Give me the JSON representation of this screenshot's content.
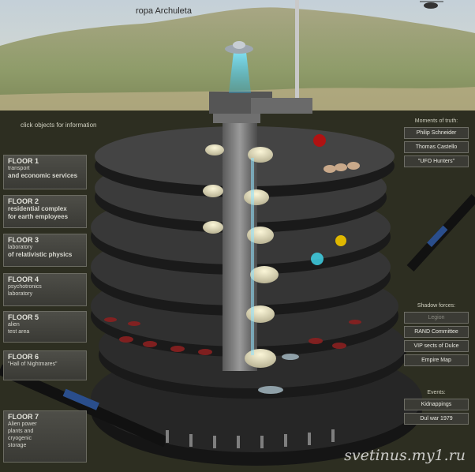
{
  "mountain_label": "ropa Archuleta",
  "hint": "click objects for information",
  "floors": [
    {
      "title": "FLOOR 1",
      "line1": "transport",
      "line2": "and economic services"
    },
    {
      "title": "FLOOR 2",
      "line1": "residential complex",
      "line2": "for earth employees"
    },
    {
      "title": "FLOOR 3",
      "line1": "laboratory",
      "line2": "of relativistic physics"
    },
    {
      "title": "FLOOR 4",
      "line1": "psychotronics",
      "line2": "laboratory"
    },
    {
      "title": "FLOOR 5",
      "line1": "alien",
      "line2": "test area"
    },
    {
      "title": "FLOOR 6",
      "line1": "\"Hall of Nightmares\"",
      "line2": ""
    },
    {
      "title": "FLOOR 7",
      "line1": "Alien power",
      "line2": "plants and",
      "line3": "cryogenic",
      "line4": "storage"
    }
  ],
  "moments": {
    "heading": "Moments of truth:",
    "items": [
      "Philip Schneider",
      "Thomas Castello",
      "\"UFO Hunters\""
    ]
  },
  "shadow": {
    "heading": "Shadow forces:",
    "items": [
      "Legion",
      "RAND Committee",
      "VIP sects of Dulce",
      "Empire Map"
    ]
  },
  "events": {
    "heading": "Events:",
    "items": [
      "Kidnappings",
      "Dul war 1979"
    ]
  },
  "watermark": "svetinus.my1.ru",
  "colors": {
    "sky": "#c8d3dc",
    "ground": "#2b2c1f",
    "accent_beam": "#4fd6ff",
    "alarm_red": "#b01212"
  }
}
